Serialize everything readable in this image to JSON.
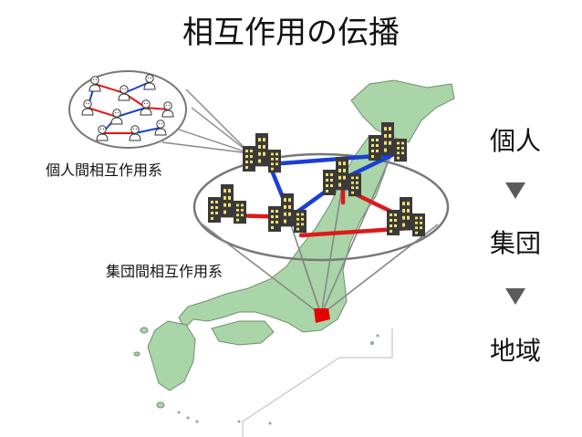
{
  "title": "相互作用の伝播",
  "labels": {
    "individual_interaction": "個人間相互作用系",
    "group_interaction": "集団間相互作用系"
  },
  "scale": {
    "levels": [
      "個人",
      "集団",
      "地域"
    ]
  },
  "colors": {
    "map_fill": "#a9d5a9",
    "map_stroke": "#6f8f6f",
    "link_blue": "#1a3fd6",
    "link_red": "#e01818",
    "ellipse_stroke": "#777777",
    "target": "#e60000",
    "arrow": "#5b5b5b"
  },
  "icons": {
    "building": "building-icon",
    "person": "person-icon",
    "target": "target-marker-icon"
  }
}
